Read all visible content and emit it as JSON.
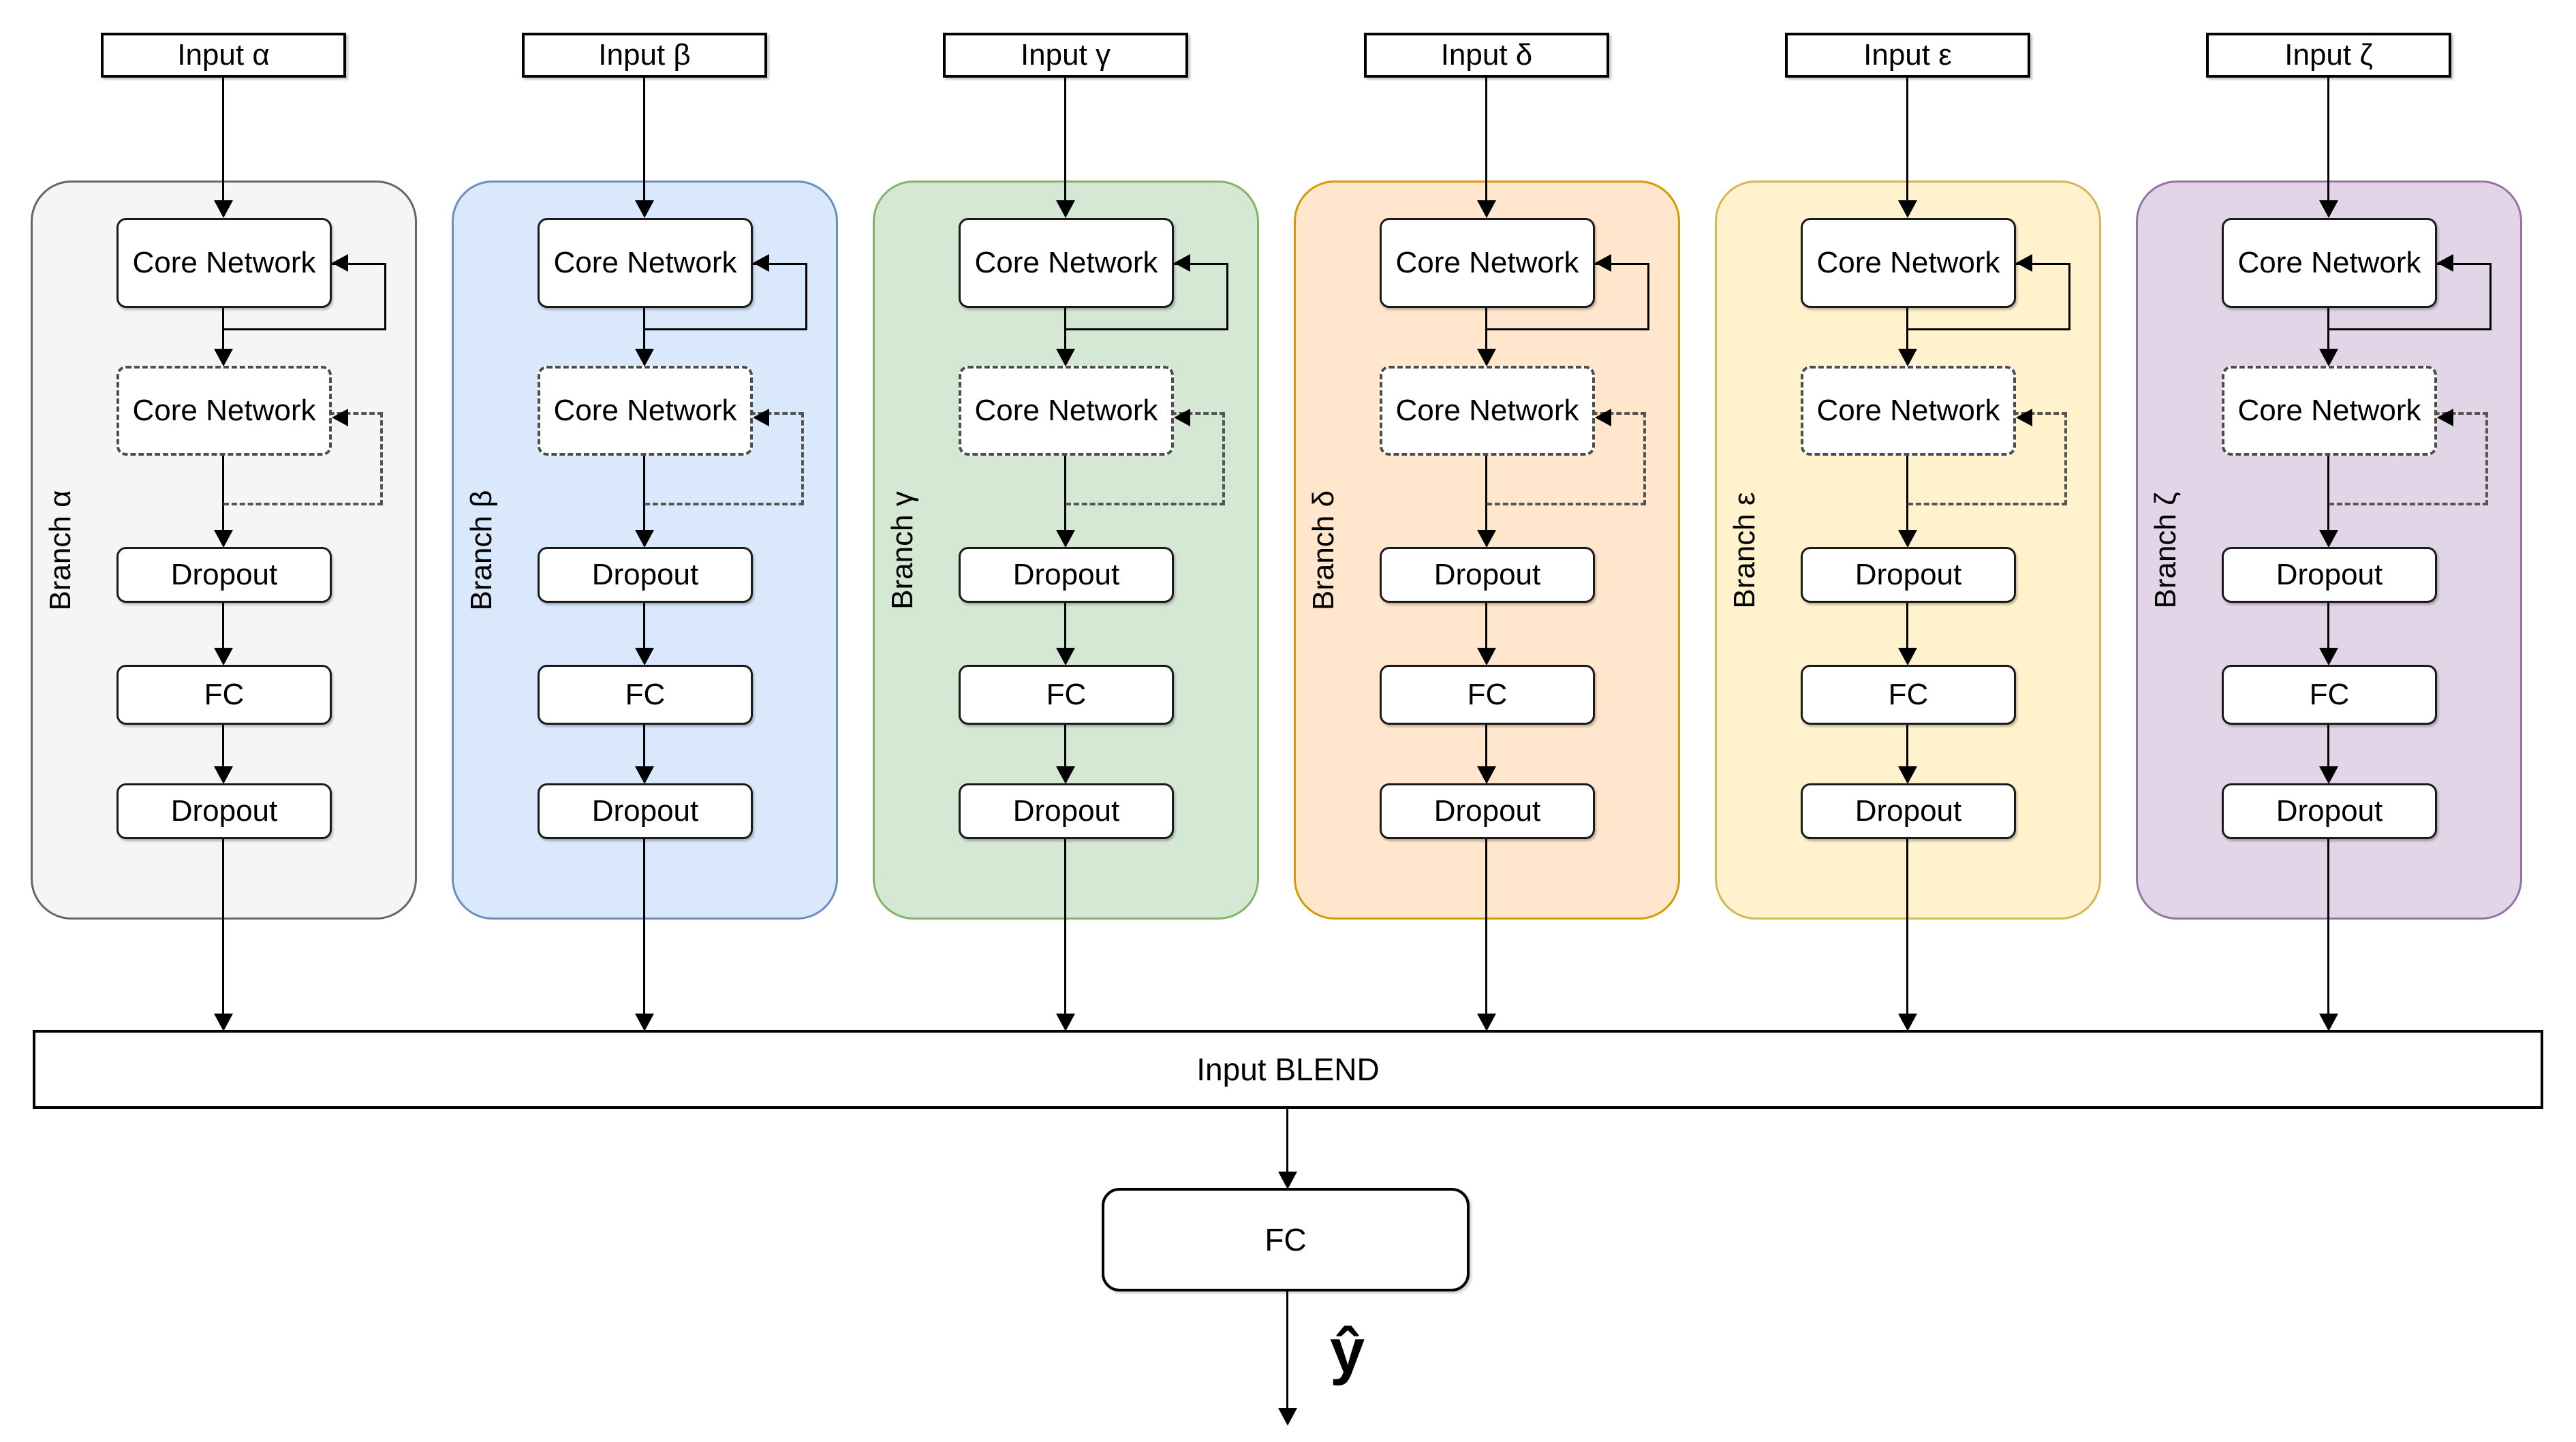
{
  "diagram": {
    "blend": {
      "label": "Input BLEND"
    },
    "final_fc": {
      "label": "FC"
    },
    "output": {
      "label": "ŷ"
    }
  },
  "branches": [
    {
      "input_label": "Input α",
      "branch_label": "Branch α",
      "fill": "#f5f5f5",
      "border": "#666666",
      "nodes": {
        "core_top": "Core Network",
        "core_recurrent": "Core Network",
        "dropout_1": "Dropout",
        "fc": "FC",
        "dropout_2": "Dropout"
      }
    },
    {
      "input_label": "Input β",
      "branch_label": "Branch β",
      "fill": "#dae8fc",
      "border": "#6c8ebf",
      "nodes": {
        "core_top": "Core Network",
        "core_recurrent": "Core Network",
        "dropout_1": "Dropout",
        "fc": "FC",
        "dropout_2": "Dropout"
      }
    },
    {
      "input_label": "Input γ",
      "branch_label": "Branch γ",
      "fill": "#d5e8d4",
      "border": "#82b366",
      "nodes": {
        "core_top": "Core Network",
        "core_recurrent": "Core Network",
        "dropout_1": "Dropout",
        "fc": "FC",
        "dropout_2": "Dropout"
      }
    },
    {
      "input_label": "Input δ",
      "branch_label": "Branch δ",
      "fill": "#ffe6cc",
      "border": "#d79b00",
      "nodes": {
        "core_top": "Core Network",
        "core_recurrent": "Core Network",
        "dropout_1": "Dropout",
        "fc": "FC",
        "dropout_2": "Dropout"
      }
    },
    {
      "input_label": "Input ε",
      "branch_label": "Branch ε",
      "fill": "#fff2cc",
      "border": "#d6b656",
      "nodes": {
        "core_top": "Core Network",
        "core_recurrent": "Core Network",
        "dropout_1": "Dropout",
        "fc": "FC",
        "dropout_2": "Dropout"
      }
    },
    {
      "input_label": "Input ζ",
      "branch_label": "Branch ζ",
      "fill": "#e1d5e7",
      "border": "#9673a6",
      "nodes": {
        "core_top": "Core Network",
        "core_recurrent": "Core Network",
        "dropout_1": "Dropout",
        "fc": "FC",
        "dropout_2": "Dropout"
      }
    }
  ]
}
